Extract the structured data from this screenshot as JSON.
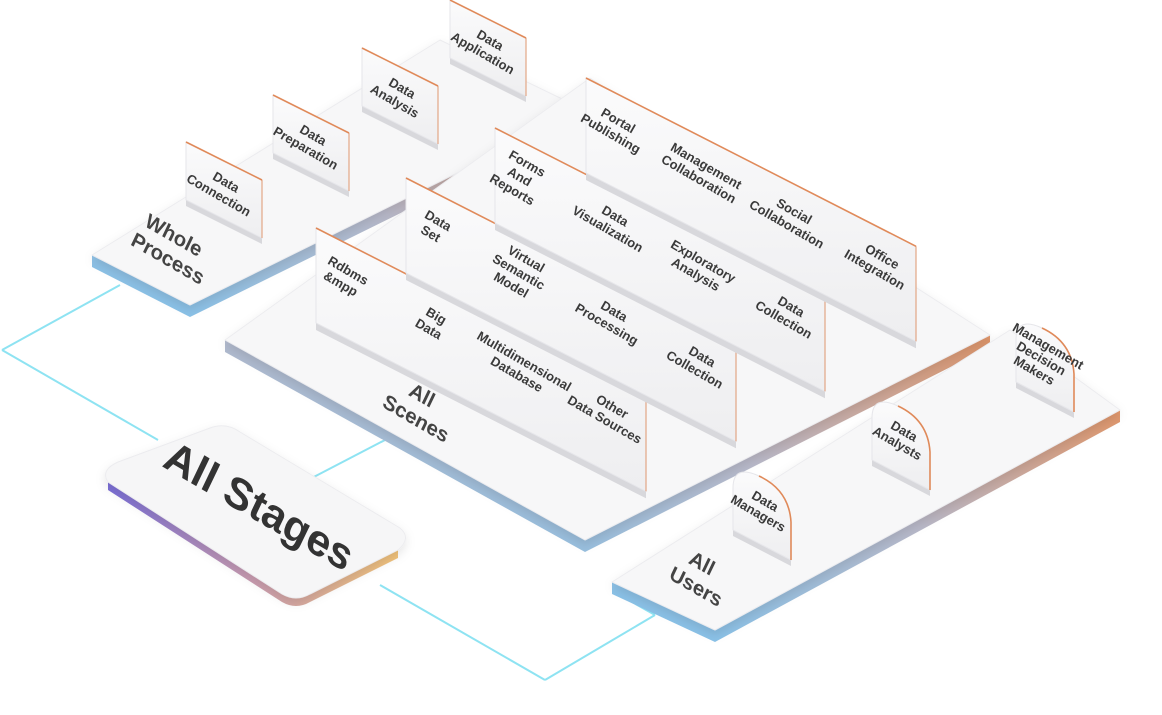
{
  "hub": {
    "label": "All Stages"
  },
  "whole_process": {
    "label": [
      "Whole",
      "Process"
    ],
    "stages": [
      {
        "lines": [
          "Data",
          "Connection"
        ]
      },
      {
        "lines": [
          "Data",
          "Preparation"
        ]
      },
      {
        "lines": [
          "Data",
          "Analysis"
        ]
      },
      {
        "lines": [
          "Data",
          "Application"
        ]
      }
    ]
  },
  "all_scenes": {
    "label": [
      "All",
      "Scenes"
    ],
    "rows": [
      [
        {
          "lines": [
            "Rdbms",
            "&mpp"
          ]
        },
        {
          "lines": [
            "Big",
            "Data"
          ]
        },
        {
          "lines": [
            "Multidimensional",
            "Database"
          ]
        },
        {
          "lines": [
            "Other",
            "Data Sources"
          ]
        }
      ],
      [
        {
          "lines": [
            "Data",
            "Set"
          ]
        },
        {
          "lines": [
            "Virtual",
            "Semantic",
            "Model"
          ]
        },
        {
          "lines": [
            "Data",
            "Processing"
          ]
        },
        {
          "lines": [
            "Data",
            "Collection"
          ]
        }
      ],
      [
        {
          "lines": [
            "Forms",
            "And",
            "Reports"
          ]
        },
        {
          "lines": [
            "Data",
            "Visualization"
          ]
        },
        {
          "lines": [
            "Exploratory",
            "Analysis"
          ]
        },
        {
          "lines": [
            "Data",
            "Collection"
          ]
        }
      ],
      [
        {
          "lines": [
            "Portal",
            "Publishing"
          ]
        },
        {
          "lines": [
            "Management",
            "Collaboration"
          ]
        },
        {
          "lines": [
            "Social",
            "Collaboration"
          ]
        },
        {
          "lines": [
            "Office",
            "Integration"
          ]
        }
      ]
    ]
  },
  "all_users": {
    "label": [
      "All",
      "Users"
    ],
    "users": [
      {
        "lines": [
          "Data",
          "Managers"
        ]
      },
      {
        "lines": [
          "Data",
          "Analysts"
        ]
      },
      {
        "lines": [
          "Management",
          "Decision",
          "Makers"
        ]
      }
    ]
  },
  "colors": {
    "blue_edge": "#7fc3ee",
    "orange_edge": "#e0966a",
    "connector": "#8ee3f2",
    "card_face": "#f6f6f7",
    "card_top": "#e08a5a",
    "hub_left": "#7b6fd6",
    "hub_right": "#f0c27a"
  }
}
